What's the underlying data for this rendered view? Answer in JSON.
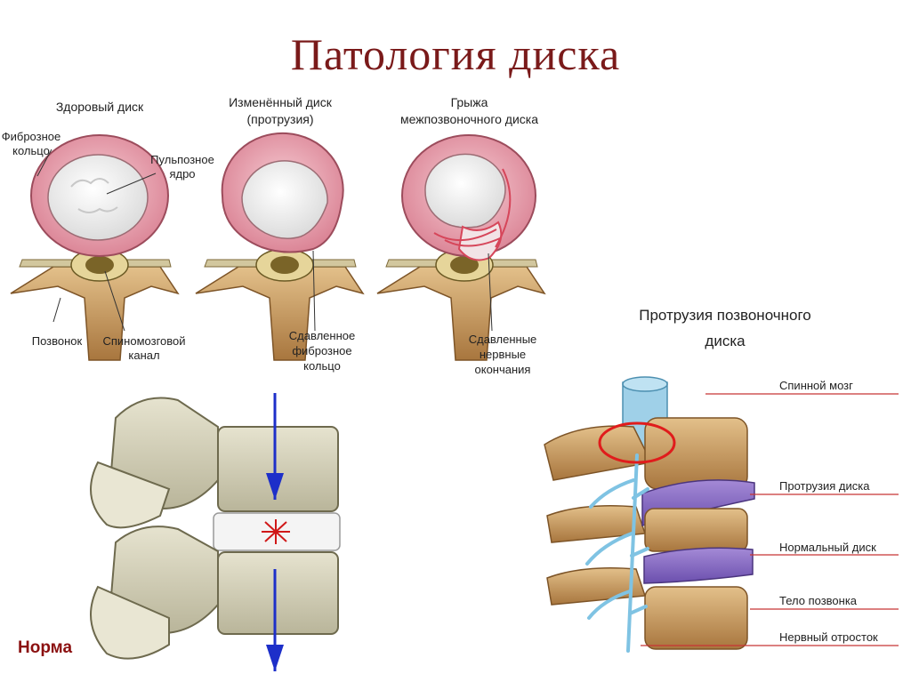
{
  "title": "Патология диска",
  "panels": [
    {
      "caption": "Здоровый диск"
    },
    {
      "caption_line1": "Изменённый диск",
      "caption_line2": "(протрузия)"
    },
    {
      "caption_line1": "Грыжа",
      "caption_line2": "межпозвоночного диска"
    }
  ],
  "labels": {
    "fibrous_l1": "Фиброзное",
    "fibrous_l2": "кольцо",
    "nucleus_l1": "Пульпозное",
    "nucleus_l2": "ядро",
    "vertebra": "Позвонок",
    "canal_l1": "Спиномозговой",
    "canal_l2": "канал",
    "compressed_l1": "Сдавленное",
    "compressed_l2": "фиброзное",
    "compressed_l3": "кольцо",
    "nerves_l1": "Сдавленные",
    "nerves_l2": "нервные",
    "nerves_l3": "окончания"
  },
  "norma": "Норма",
  "protrusion_diagram": {
    "title_l1": "Протрузия позвоночного",
    "title_l2": "диска",
    "callouts": [
      "Спинной мозг",
      "Протрузия диска",
      "Нормальный диск",
      "Тело позвонка",
      "Нервный отросток"
    ]
  },
  "colors": {
    "title": "#7a1a1a",
    "disc_ring": "#e7a0ad",
    "nucleus": "#eeeeee",
    "bone": "#c79a5e",
    "disc_purple": "#8a6cc4",
    "spinal_cord": "#9fd0e8",
    "arrow": "#1d2fc9",
    "highlight": "#e01c1c",
    "norma": "#8b1010"
  }
}
